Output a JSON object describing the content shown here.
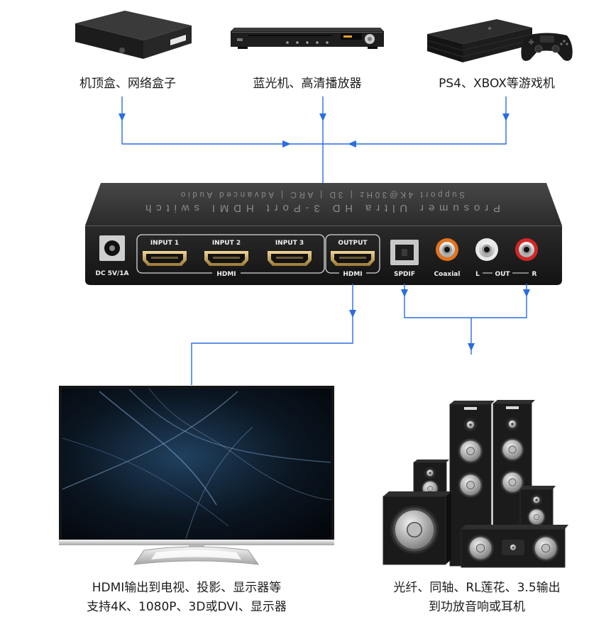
{
  "sources": [
    {
      "label": "机顶盒、网络盒子",
      "icon": "set-top-box-icon"
    },
    {
      "label": "蓝光机、高清播放器",
      "icon": "blu-ray-player-icon"
    },
    {
      "label": "PS4、XBOX等游戏机",
      "icon": "game-console-icon"
    }
  ],
  "switch": {
    "top_print": {
      "line1": "Prosumer Ultra HD 3-Port HDMI switch",
      "line2": "Support 4K@30Hz | 3D | ARC | Advanced Audio"
    },
    "power": {
      "label": "DC 5V/1A"
    },
    "hdmi_inputs": {
      "ports": [
        "INPUT 1",
        "INPUT 2",
        "INPUT 3"
      ],
      "group_label": "HDMI"
    },
    "hdmi_output": {
      "port": "OUTPUT",
      "group_label": "HDMI"
    },
    "audio_outputs": {
      "spdif": "SPDIF",
      "coaxial": "Coaxial",
      "left": "L",
      "out": "OUT",
      "right": "R"
    }
  },
  "destinations": {
    "display": {
      "icon": "tv-icon",
      "lines": [
        "HDMI输出到电视、投影、显示器等",
        "支持4K、1080P、3D或DVI、显示器"
      ]
    },
    "audio": {
      "icon": "speaker-system-icon",
      "lines": [
        "光纤、同轴、RL莲花、3.5输出",
        "到功放音响或耳机"
      ]
    }
  },
  "colors": {
    "connector_line": "#2a6de4",
    "coaxial_jack": "#e3731d",
    "left_jack": "#e9e9e9",
    "right_jack": "#d32626",
    "port_gold": "#d3b16a",
    "device_body": "#1c1c1c"
  }
}
